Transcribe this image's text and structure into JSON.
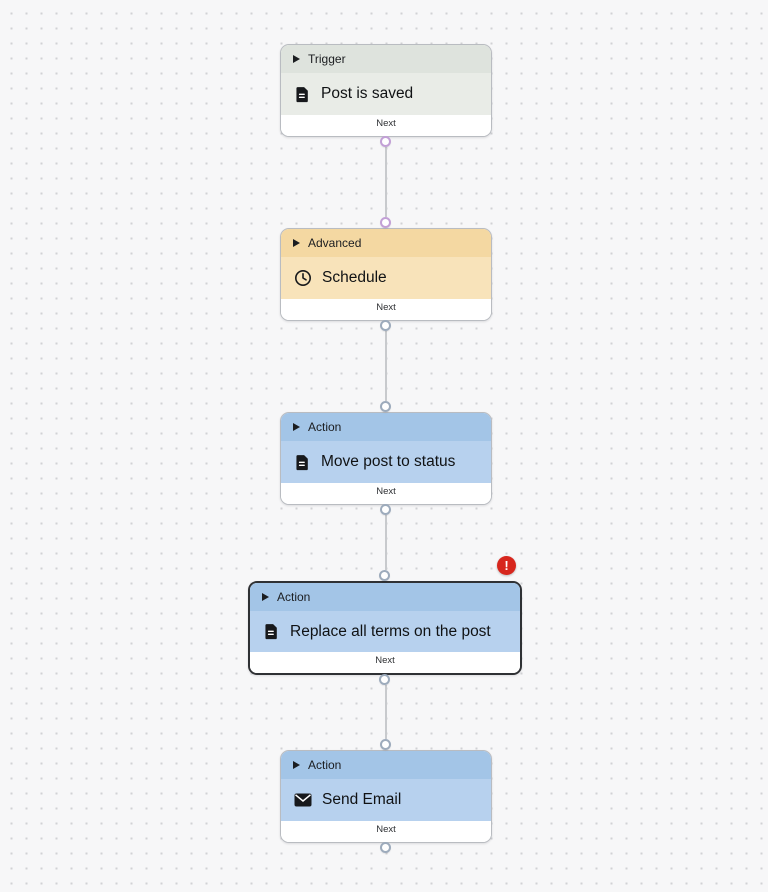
{
  "canvas": {
    "background": "#f7f7f8",
    "dot_color": "#d1d2d5"
  },
  "colors": {
    "edge": "#c8cacd",
    "port_border_default": "#9dabbc",
    "port_border_trigger": "#c2a0d6",
    "error_badge": "#d7261d",
    "trigger_header": "#dee3dd",
    "trigger_body": "#e9ece7",
    "advanced_header": "#f4d8a2",
    "advanced_body": "#f8e3ba",
    "action_header": "#a3c5e7",
    "action_body": "#b7d1ee",
    "selected_border": "#2f3134"
  },
  "nodes": [
    {
      "type": "trigger",
      "category_label": "Trigger",
      "title": "Post is saved",
      "icon": "document-icon",
      "next_label": "Next",
      "selected": false,
      "has_error": false
    },
    {
      "type": "advanced",
      "category_label": "Advanced",
      "title": "Schedule",
      "icon": "clock-icon",
      "next_label": "Next",
      "selected": false,
      "has_error": false
    },
    {
      "type": "action",
      "category_label": "Action",
      "title": "Move post to status",
      "icon": "document-icon",
      "next_label": "Next",
      "selected": false,
      "has_error": false
    },
    {
      "type": "action",
      "category_label": "Action",
      "title": "Replace all terms on the post",
      "icon": "document-icon",
      "next_label": "Next",
      "selected": true,
      "has_error": true
    },
    {
      "type": "action",
      "category_label": "Action",
      "title": "Send Email",
      "icon": "mail-icon",
      "next_label": "Next",
      "selected": false,
      "has_error": false
    }
  ],
  "error_badge": {
    "symbol": "!"
  }
}
